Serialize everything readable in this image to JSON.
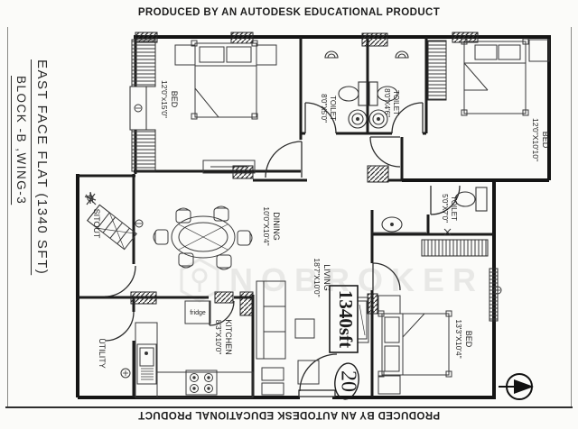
{
  "banners": {
    "top": "PRODUCED BY AN AUTODESK EDUCATIONAL PRODUCT",
    "bottom": "PRODUCED BY AN AUTODESK EDUCATIONAL PRODUCT"
  },
  "title_block": {
    "flat_title": "EAST FACE FLAT (1340 SFT)",
    "block_wing": "BLOCK -B ,WING-3"
  },
  "watermark": {
    "brand": "NOBROKER"
  },
  "plan": {
    "area_box": "1340sft",
    "plot_circle": "20",
    "rooms": {
      "bed1": {
        "name": "BED",
        "dims": "12'0\"x15'0\""
      },
      "toilet1": {
        "name": "TOILET",
        "dims": "8'0\"X5'0\""
      },
      "toilet2": {
        "name": "TOILET",
        "dims": "8'0\"X4'6\""
      },
      "bed2": {
        "name": "BED",
        "dims": "12'0\"X10'10\""
      },
      "sitout": {
        "name": "SITOUT"
      },
      "dining": {
        "name": "DINING",
        "dims": "10'0\"X10'4\""
      },
      "toilet3": {
        "name": "TOILET",
        "dims": "5'0\"X7'0\""
      },
      "living": {
        "name": "LIVING",
        "dims": "18'7\"X10'0\""
      },
      "utility": {
        "name": "UTILITY"
      },
      "kitchen": {
        "name": "KITCHEN",
        "dims": "8'3\"X10'0\""
      },
      "bed3": {
        "name": "BED",
        "dims": "13'3\"X10'4\""
      },
      "fridge": {
        "name": "fridge"
      }
    }
  }
}
